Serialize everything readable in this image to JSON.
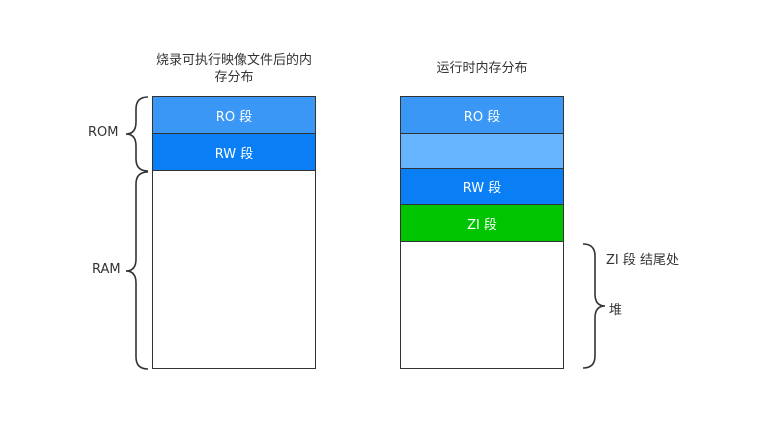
{
  "left_diagram": {
    "title": "烧录可执行映像文件后的内存分布",
    "segments": [
      {
        "label": "RO 段",
        "color": "#3b97f5"
      },
      {
        "label": "RW 段",
        "color": "#0a7ff5"
      },
      {
        "label": "",
        "color": "#ffffff"
      }
    ],
    "brace_labels": [
      "ROM",
      "RAM"
    ]
  },
  "right_diagram": {
    "title": "运行时内存分布",
    "segments": [
      {
        "label": "RO 段",
        "color": "#3b97f5"
      },
      {
        "label": "",
        "color": "#66b3ff"
      },
      {
        "label": "RW 段",
        "color": "#0a7ff5"
      },
      {
        "label": "ZI 段",
        "color": "#00c400"
      },
      {
        "label": "",
        "color": "#ffffff"
      }
    ],
    "annotations": [
      "ZI 段 结尾处",
      "堆"
    ]
  }
}
